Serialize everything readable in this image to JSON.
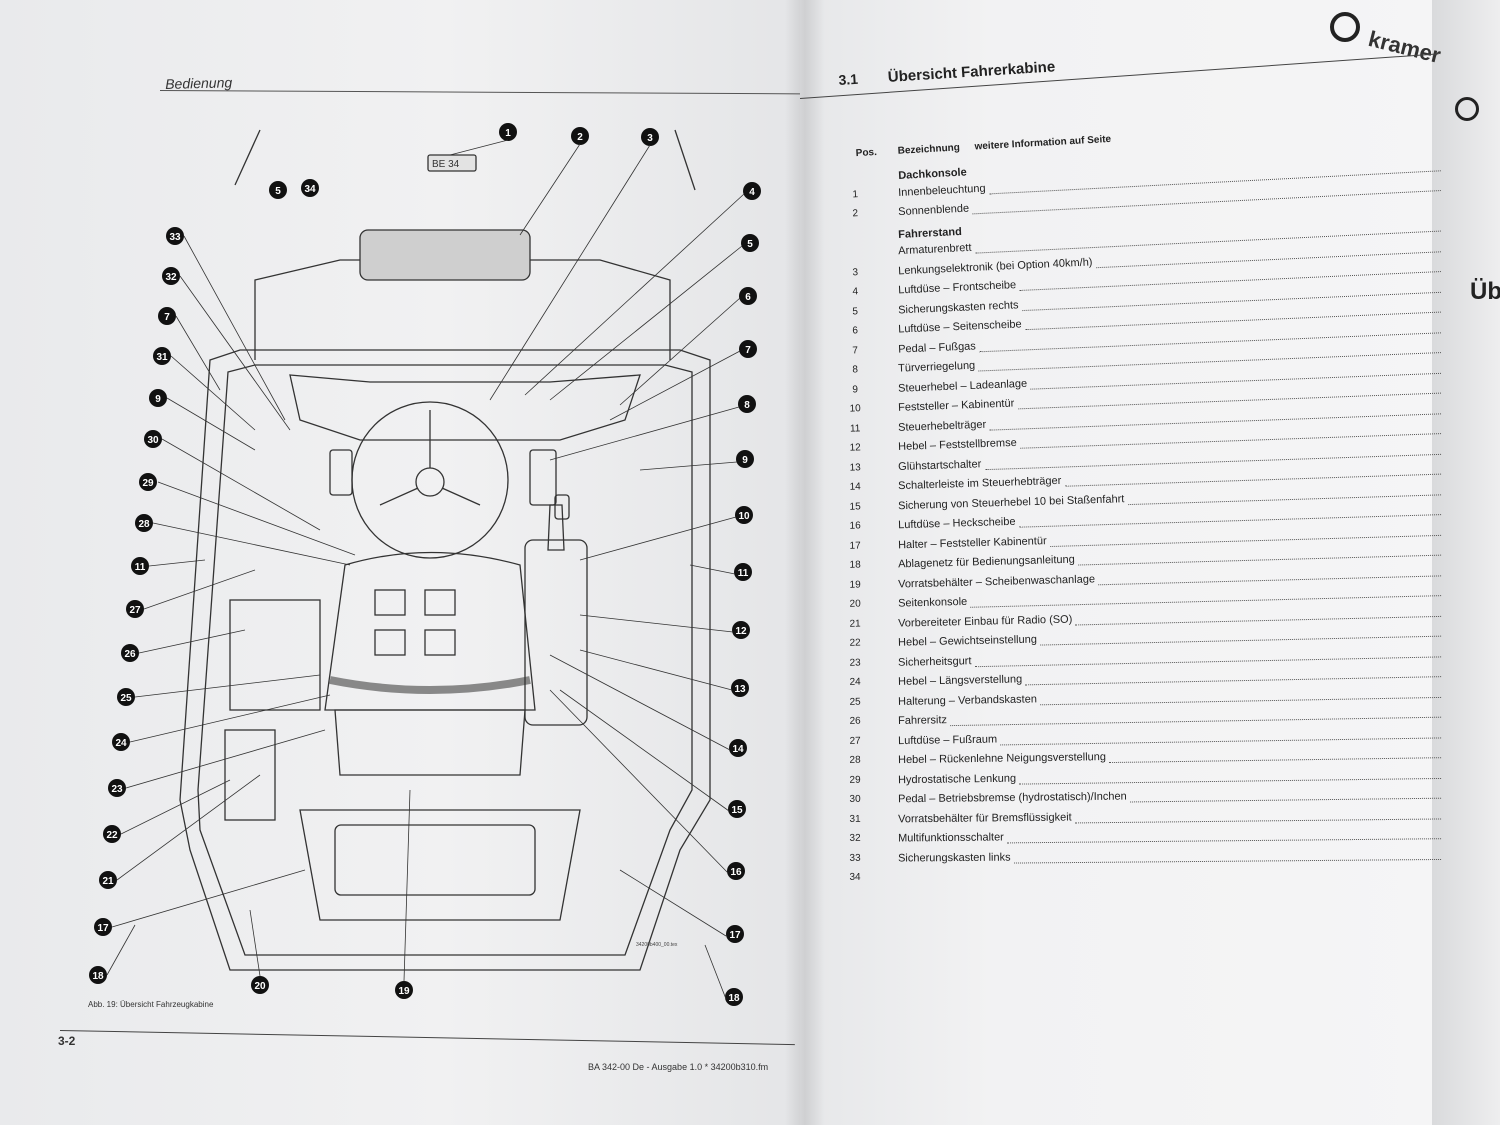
{
  "left_page": {
    "header": "Bedienung",
    "caption": "Abb. 19: Übersicht Fahrzeugkabine",
    "page_number": "3-2",
    "footer": "BA 342-00 De - Ausgabe 1.0 * 34200b310.fm",
    "drawing_code": "34200b400_00.tex",
    "callouts_left": [
      "5",
      "34",
      "33",
      "32",
      "7",
      "31",
      "9",
      "30",
      "29",
      "28",
      "11",
      "27",
      "26",
      "25",
      "24",
      "23",
      "22",
      "21",
      "17",
      "18",
      "20",
      "19"
    ],
    "callouts_right": [
      "1",
      "2",
      "3",
      "4",
      "5",
      "6",
      "7",
      "8",
      "9",
      "10",
      "11",
      "12",
      "13",
      "14",
      "15",
      "16",
      "17",
      "18"
    ],
    "sign_label": "BE 34"
  },
  "right_page": {
    "brand": "kramer",
    "edge_text": "Üb",
    "section_number": "3.1",
    "section_title": "Übersicht Fahrerkabine",
    "columns": {
      "pos": "Pos.",
      "bezeichnung": "Bezeichnung",
      "info": "weitere Information auf Seite"
    },
    "groups": [
      {
        "title": "Dachkonsole",
        "items": [
          {
            "pos": "1",
            "label": "Innenbeleuchtung"
          },
          {
            "pos": "2",
            "label": "Sonnenblende"
          }
        ]
      },
      {
        "title": "Fahrerstand",
        "items": [
          {
            "pos": "",
            "label": "Armaturenbrett"
          },
          {
            "pos": "3",
            "label": "Lenkungselektronik (bei Option 40km/h)"
          },
          {
            "pos": "4",
            "label": "Luftdüse – Frontscheibe"
          },
          {
            "pos": "5",
            "label": "Sicherungskasten rechts"
          },
          {
            "pos": "6",
            "label": "Luftdüse – Seitenscheibe"
          },
          {
            "pos": "7",
            "label": "Pedal – Fußgas"
          },
          {
            "pos": "8",
            "label": "Türverriegelung"
          },
          {
            "pos": "9",
            "label": "Steuerhebel – Ladeanlage"
          },
          {
            "pos": "10",
            "label": "Feststeller – Kabinentür"
          },
          {
            "pos": "11",
            "label": "Steuerhebelträger"
          },
          {
            "pos": "12",
            "label": "Hebel – Feststellbremse"
          },
          {
            "pos": "13",
            "label": "Glühstartschalter"
          },
          {
            "pos": "14",
            "label": "Schalterleiste im Steuerhebträger"
          },
          {
            "pos": "15",
            "label": "Sicherung von Steuerhebel 10 bei Staßenfahrt"
          },
          {
            "pos": "16",
            "label": "Luftdüse – Heckscheibe"
          },
          {
            "pos": "17",
            "label": "Halter – Feststeller Kabinentür"
          },
          {
            "pos": "18",
            "label": "Ablagenetz für Bedienungsanleitung"
          },
          {
            "pos": "19",
            "label": "Vorratsbehälter – Scheibenwaschanlage"
          },
          {
            "pos": "20",
            "label": "Seitenkonsole"
          },
          {
            "pos": "21",
            "label": "Vorbereiteter Einbau für Radio (SO)"
          },
          {
            "pos": "22",
            "label": "Hebel – Gewichtseinstellung"
          },
          {
            "pos": "23",
            "label": "Sicherheitsgurt"
          },
          {
            "pos": "24",
            "label": "Hebel – Längsverstellung"
          },
          {
            "pos": "25",
            "label": "Halterung – Verbandskasten"
          },
          {
            "pos": "26",
            "label": "Fahrersitz"
          },
          {
            "pos": "27",
            "label": "Luftdüse – Fußraum"
          },
          {
            "pos": "28",
            "label": "Hebel – Rückenlehne Neigungsverstellung"
          },
          {
            "pos": "29",
            "label": "Hydrostatische Lenkung"
          },
          {
            "pos": "30",
            "label": "Pedal – Betriebsbremse (hydrostatisch)/Inchen"
          },
          {
            "pos": "31",
            "label": "Vorratsbehälter für Bremsflüssigkeit"
          },
          {
            "pos": "32",
            "label": "Multifunktionsschalter"
          },
          {
            "pos": "33",
            "label": "Sicherungskasten links"
          },
          {
            "pos": "34",
            "label": ""
          }
        ]
      }
    ]
  }
}
